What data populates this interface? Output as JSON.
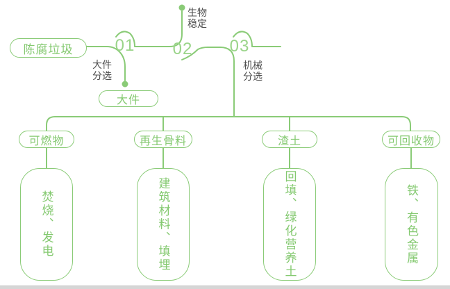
{
  "colors": {
    "line_green": "#8acb77",
    "text_green": "#84c970",
    "number_green": "#9ad489",
    "label_gray": "#4d4d4d"
  },
  "source_pill": "陈腐垃圾",
  "timeline": {
    "steps": [
      {
        "num": "01",
        "label": "大件分选"
      },
      {
        "num": "02",
        "label": "生物稳定"
      },
      {
        "num": "03",
        "label": "机械分选"
      }
    ],
    "bulky_pill": "大件"
  },
  "columns": [
    {
      "category": "可燃物",
      "detail": "焚烧、发电"
    },
    {
      "category": "再生骨料",
      "detail": "建筑材料、填埋"
    },
    {
      "category": "渣土",
      "detail": "回填、绿化营养土"
    },
    {
      "category": "可回收物",
      "detail": "铁、有色金属"
    }
  ]
}
